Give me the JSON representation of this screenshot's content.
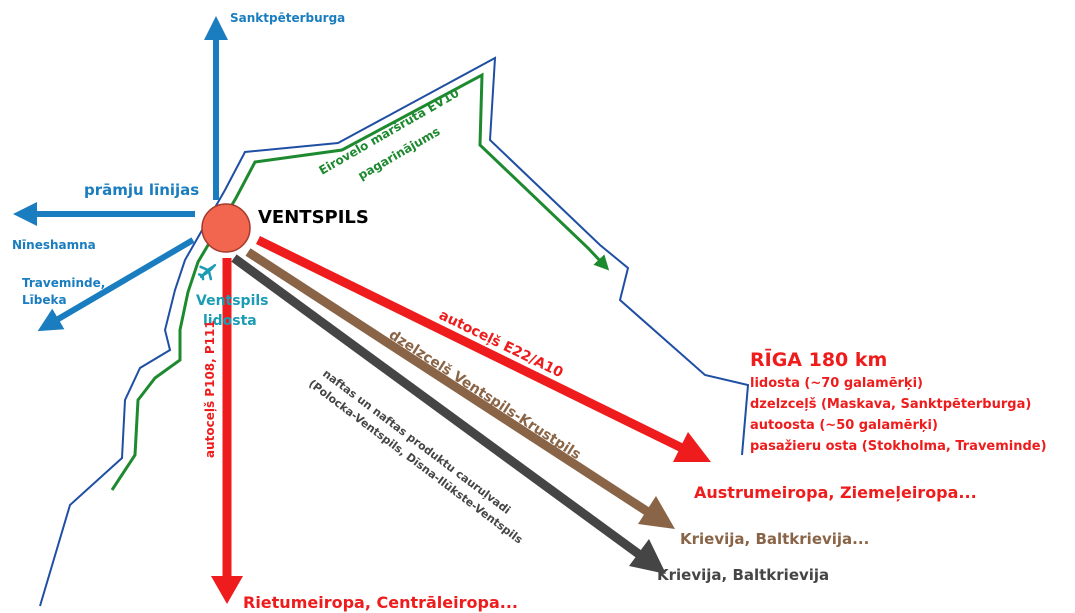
{
  "city": {
    "name": "VENTSPILS",
    "color": "#f26650"
  },
  "colors": {
    "blue": "#1a7dbf",
    "coast": "#1f4fa3",
    "green": "#1e8a2f",
    "red": "#ee1c1c",
    "brown": "#8a6446",
    "dark": "#454545",
    "teal": "#1a9cb5"
  },
  "labels": {
    "sankt": "Sanktpēterburga",
    "ferry": "prāmju līnijas",
    "nynas": "Nīneshamna",
    "trave1": "Traveminde,",
    "trave2": "Lībeka",
    "airport1": "Ventspils",
    "airport2": "lidosta",
    "ev10_1": "Eirovelo maršruta EV10",
    "ev10_2": "pagarinājums",
    "road_e22": "autoceļš E22/A10",
    "rail": "dzelzceļš Ventspils-Krustpils",
    "pipe1": "naftas un naftas produktu cauruļvadi",
    "pipe2": "(Polocka-Ventspils, Dīsna-Ilūkste-Ventspils",
    "road_p108": "autoceļš P108, P111",
    "dest_east": "Austrumeiropa, Ziemeļeiropa...",
    "dest_rail": "Krievija, Baltkrievija...",
    "dest_pipe": "Krievija, Baltkrievija",
    "dest_south": "Rietumeiropa, Centrāleiropa..."
  },
  "riga": {
    "title": "RĪGA 180 km",
    "lines": [
      "lidosta (~70 galamērķi)",
      "dzelzceļš (Maskava, Sanktpēterburga)",
      "autoosta (~50 galamērķi)",
      "pasažieru osta (Stokholma, Traveminde)"
    ]
  },
  "icons": {
    "airport": "airplane-icon"
  }
}
